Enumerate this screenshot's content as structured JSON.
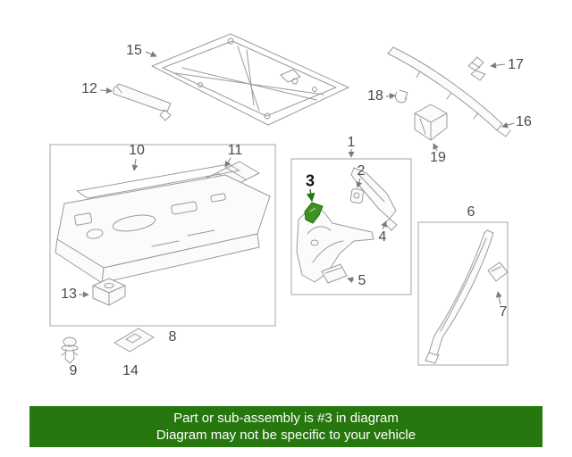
{
  "banner": {
    "line1": "Part or sub-assembly is #3 in diagram",
    "line2": "Diagram may not be specific to your vehicle",
    "background": "#26770e",
    "text_color": "#ffffff"
  },
  "highlight": {
    "part_number": "3",
    "fill": "#3c941f",
    "stroke": "#1f6b0c",
    "arrow_color": "#1e7a0a"
  },
  "diagram": {
    "page_background": "#ffffff",
    "line_color": "#9a9a9a",
    "box_color": "#a6a6a6",
    "label_color": "#4a4a4a"
  },
  "part_labels": {
    "p1": "1",
    "p2": "2",
    "p3": "3",
    "p4": "4",
    "p5": "5",
    "p6": "6",
    "p7": "7",
    "p8": "8",
    "p9": "9",
    "p10": "10",
    "p11": "11",
    "p12": "12",
    "p13": "13",
    "p14": "14",
    "p15": "15",
    "p16": "16",
    "p17": "17",
    "p18": "18",
    "p19": "19"
  }
}
